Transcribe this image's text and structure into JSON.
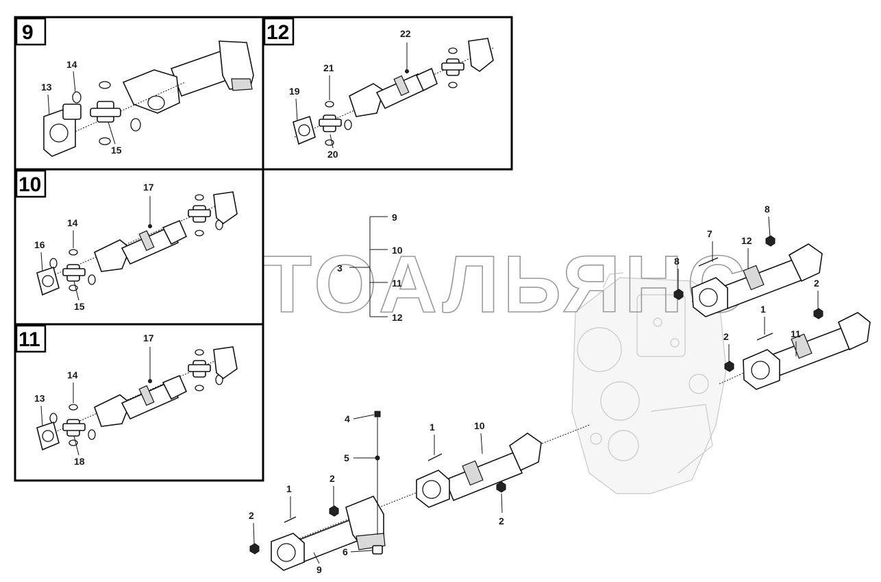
{
  "panels": [
    {
      "id": "9",
      "label": "9",
      "callouts": [
        "13",
        "14",
        "15"
      ]
    },
    {
      "id": "12",
      "label": "12",
      "callouts": [
        "19",
        "21",
        "22",
        "20"
      ]
    },
    {
      "id": "10",
      "label": "10",
      "callouts": [
        "17",
        "14",
        "16",
        "15"
      ]
    },
    {
      "id": "11",
      "label": "11",
      "callouts": [
        "17",
        "14",
        "13",
        "18"
      ]
    }
  ],
  "legend_bracket": {
    "pointer": "3",
    "items": [
      "9",
      "10",
      "11",
      "12"
    ]
  },
  "main_callouts": [
    "8",
    "7",
    "12",
    "8",
    "2",
    "1",
    "2",
    "11",
    "4",
    "1",
    "10",
    "5",
    "1",
    "2",
    "2",
    "2",
    "6",
    "9"
  ],
  "watermark": "АВТОАЛЬЯНС"
}
